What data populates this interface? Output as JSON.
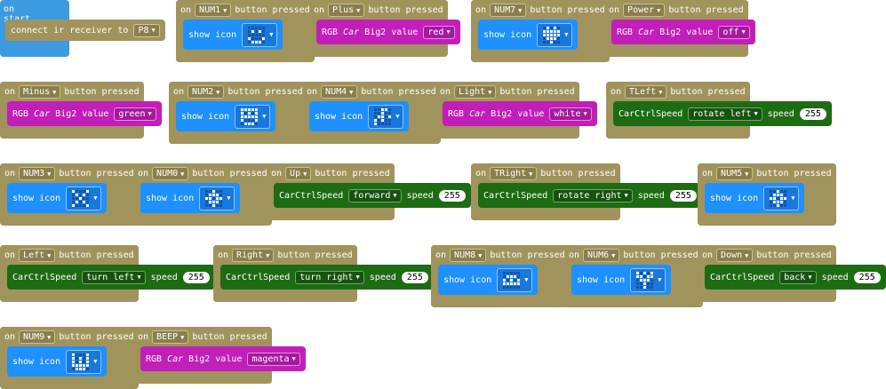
{
  "start": {
    "label": "on start",
    "ir_label": "connect ir receiver to",
    "pin": "P8"
  },
  "on_word": "on",
  "pressed_word": "button pressed",
  "show_icon_label": "show icon",
  "rgb_prefix": "RGB",
  "rgb_car": "Car",
  "rgb_suffix": "Big2 value",
  "speed_prefix": "CarCtrlSpeed",
  "speed_word": "speed",
  "colors": {
    "hat": "#a0945c",
    "start": "#3c9ae0",
    "basic": "#1e90ff",
    "rgb": "#c21eb8",
    "motor": "#1d6b12"
  },
  "blocks": [
    {
      "key": "NUM1",
      "kind": "icon",
      "icon": [
        0,
        0,
        0,
        0,
        0,
        0,
        1,
        0,
        1,
        0,
        0,
        0,
        0,
        0,
        0,
        1,
        0,
        0,
        0,
        1,
        0,
        1,
        1,
        1,
        0
      ]
    },
    {
      "key": "Plus",
      "kind": "rgb",
      "value": "red"
    },
    {
      "key": "NUM7",
      "kind": "icon",
      "icon": [
        0,
        1,
        0,
        1,
        0,
        1,
        1,
        1,
        1,
        1,
        1,
        1,
        1,
        1,
        1,
        0,
        1,
        1,
        1,
        0,
        0,
        0,
        1,
        0,
        0
      ]
    },
    {
      "key": "Power",
      "kind": "rgb",
      "value": "off"
    },
    {
      "key": "Minus",
      "kind": "rgb",
      "value": "green"
    },
    {
      "key": "NUM2",
      "kind": "icon",
      "icon": [
        1,
        1,
        1,
        1,
        1,
        1,
        0,
        1,
        0,
        1,
        1,
        1,
        1,
        1,
        1,
        1,
        0,
        0,
        0,
        1,
        0,
        1,
        1,
        1,
        0
      ]
    },
    {
      "key": "NUM4",
      "kind": "icon",
      "icon": [
        0,
        0,
        1,
        1,
        0,
        0,
        0,
        1,
        0,
        0,
        0,
        1,
        1,
        0,
        1,
        1,
        0,
        1,
        0,
        0,
        1,
        0,
        0,
        0,
        0
      ]
    },
    {
      "key": "Light",
      "kind": "rgb",
      "value": "white"
    },
    {
      "key": "TLeft",
      "kind": "speed",
      "dir": "rotate left",
      "speed": "255"
    },
    {
      "key": "NUM3",
      "kind": "icon",
      "icon": [
        1,
        0,
        0,
        0,
        1,
        0,
        1,
        0,
        1,
        0,
        0,
        0,
        1,
        0,
        0,
        0,
        1,
        0,
        1,
        0,
        1,
        0,
        0,
        0,
        1
      ]
    },
    {
      "key": "NUM0",
      "kind": "icon",
      "icon": [
        0,
        0,
        1,
        0,
        0,
        0,
        1,
        1,
        1,
        0,
        1,
        1,
        0,
        1,
        1,
        0,
        1,
        1,
        1,
        0,
        0,
        0,
        1,
        0,
        0
      ]
    },
    {
      "key": "Up",
      "kind": "speed",
      "dir": "forward",
      "speed": "255"
    },
    {
      "key": "TRight",
      "kind": "speed",
      "dir": "rotate right",
      "speed": "255"
    },
    {
      "key": "NUM5",
      "kind": "icon",
      "icon": [
        0,
        0,
        1,
        0,
        0,
        0,
        1,
        1,
        1,
        0,
        1,
        1,
        0,
        1,
        1,
        0,
        1,
        1,
        1,
        0,
        0,
        0,
        1,
        0,
        0
      ]
    },
    {
      "key": "Left",
      "kind": "speed",
      "dir": "turn left",
      "speed": "255"
    },
    {
      "key": "Right",
      "kind": "speed",
      "dir": "turn right",
      "speed": "255"
    },
    {
      "key": "NUM8",
      "kind": "icon",
      "icon": [
        0,
        0,
        0,
        0,
        0,
        0,
        1,
        1,
        1,
        0,
        1,
        0,
        1,
        0,
        1,
        1,
        1,
        1,
        1,
        1,
        0,
        0,
        0,
        0,
        0
      ]
    },
    {
      "key": "NUM6",
      "kind": "icon",
      "icon": [
        1,
        0,
        1,
        0,
        1,
        1,
        1,
        0,
        1,
        1,
        0,
        1,
        1,
        1,
        0,
        0,
        0,
        1,
        0,
        0,
        0,
        0,
        1,
        0,
        0
      ]
    },
    {
      "key": "Down",
      "kind": "speed",
      "dir": "back",
      "speed": "255"
    },
    {
      "key": "NUM9",
      "kind": "icon",
      "icon": [
        1,
        0,
        0,
        0,
        1,
        1,
        0,
        1,
        0,
        1,
        1,
        0,
        1,
        0,
        1,
        1,
        1,
        1,
        1,
        1,
        0,
        1,
        1,
        1,
        0
      ]
    },
    {
      "key": "BEEP",
      "kind": "rgb",
      "value": "magenta"
    }
  ]
}
